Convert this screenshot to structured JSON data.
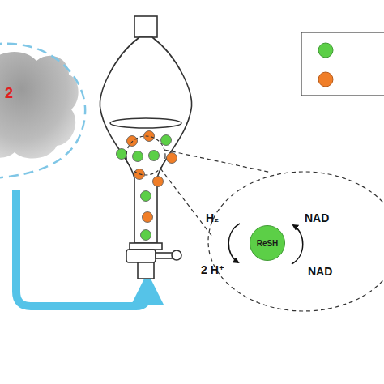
{
  "diagram": {
    "nodes": [
      {
        "text": [
          "ReSH"
        ]
      }
    ],
    "labels": [
      "2",
      "H₂",
      "2 H⁺",
      "NAD",
      "NAD"
    ]
  }
}
